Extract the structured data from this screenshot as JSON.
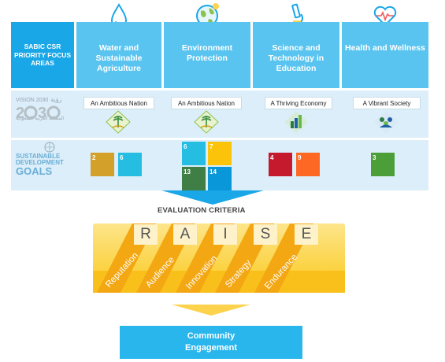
{
  "header": {
    "left_label": "SABIC CSR PRIORITY FOCUS AREAS",
    "columns": [
      {
        "title": "Water and Sustainable Agriculture",
        "icon": "water-drop-icon"
      },
      {
        "title": "Environment Protection",
        "icon": "globe-icon"
      },
      {
        "title": "Science and Technology in Education",
        "icon": "microscope-icon"
      },
      {
        "title": "Health and Wellness",
        "icon": "heart-pulse-icon"
      }
    ]
  },
  "vision": {
    "logo_text": "VISION 2030",
    "logo_arabic": "رؤية",
    "logo_subtext": "المملكة العربية السعودية",
    "themes": [
      "An Ambitious Nation",
      "An Ambitious Nation",
      "A Thriving Economy",
      "A Vibrant Society"
    ]
  },
  "sdg": {
    "logo_line1": "SUSTAINABLE",
    "logo_line2": "DEVELOPMENT",
    "logo_line3": "GOALS",
    "goals_by_column": [
      [
        {
          "num": "2",
          "color": "#d3a029"
        },
        {
          "num": "6",
          "color": "#26bde2"
        }
      ],
      [
        {
          "num": "6",
          "color": "#26bde2"
        },
        {
          "num": "7",
          "color": "#fcc30b"
        },
        {
          "num": "13",
          "color": "#3f7e44"
        },
        {
          "num": "14",
          "color": "#0a97d9"
        }
      ],
      [
        {
          "num": "4",
          "color": "#c5192d"
        },
        {
          "num": "9",
          "color": "#fd6925"
        }
      ],
      [
        {
          "num": "3",
          "color": "#4c9f38"
        }
      ]
    ]
  },
  "evaluation": {
    "title": "EVALUATION CRITERIA",
    "letters": [
      "R",
      "A",
      "I",
      "S",
      "E"
    ],
    "criteria": [
      "Reputation",
      "Audience",
      "Innovation",
      "Strategy",
      "Endurance"
    ]
  },
  "community": {
    "line1": "Community",
    "line2": "Engagement"
  },
  "colors": {
    "header_dark": "#1aa7e8",
    "header_light": "#5ac4f0",
    "row_bg": "#dbeef9",
    "yellow": "#fdd24c",
    "yellow_dark": "#f9bf1a"
  }
}
